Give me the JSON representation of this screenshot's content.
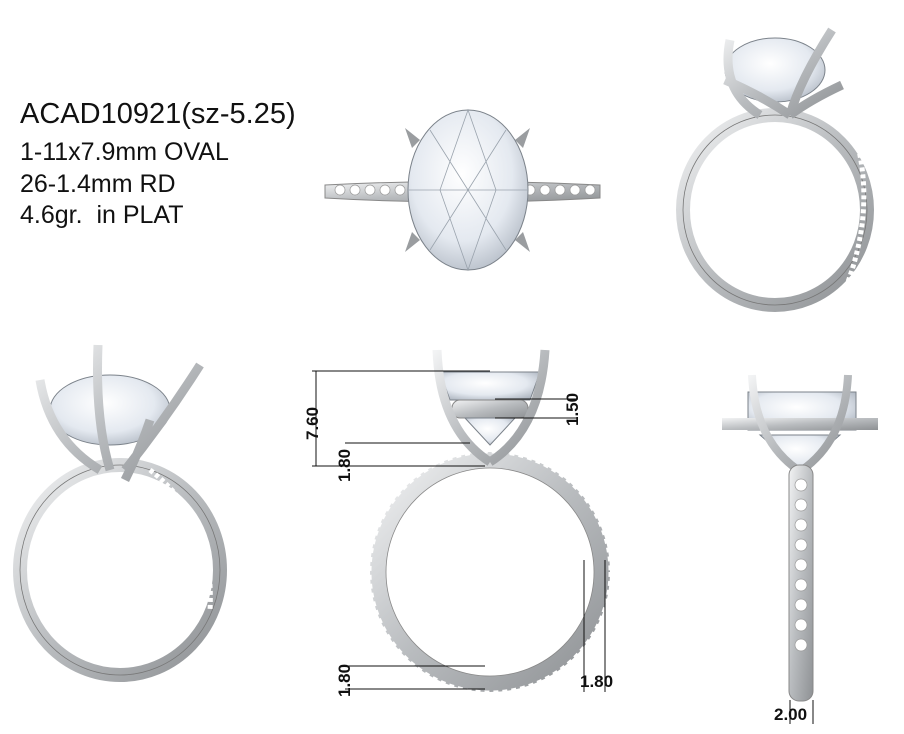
{
  "spec": {
    "model": "ACAD10921(sz-5.25)",
    "center_stone": "1-11x7.9mm OVAL",
    "side_stones": "26-1.4mm RD",
    "weight": "4.6gr.  in PLAT"
  },
  "dimensions": {
    "total_height": "7.60",
    "gallery_height": "1.50",
    "base_height": "1.80",
    "shank_bottom": "1.80",
    "shank_width_side": "1.80",
    "shank_width_bottom": "2.00"
  },
  "colors": {
    "metal": "#c9cbcd",
    "metal_dark": "#8e9194",
    "stone": "#e9eef5",
    "line": "#111111"
  }
}
